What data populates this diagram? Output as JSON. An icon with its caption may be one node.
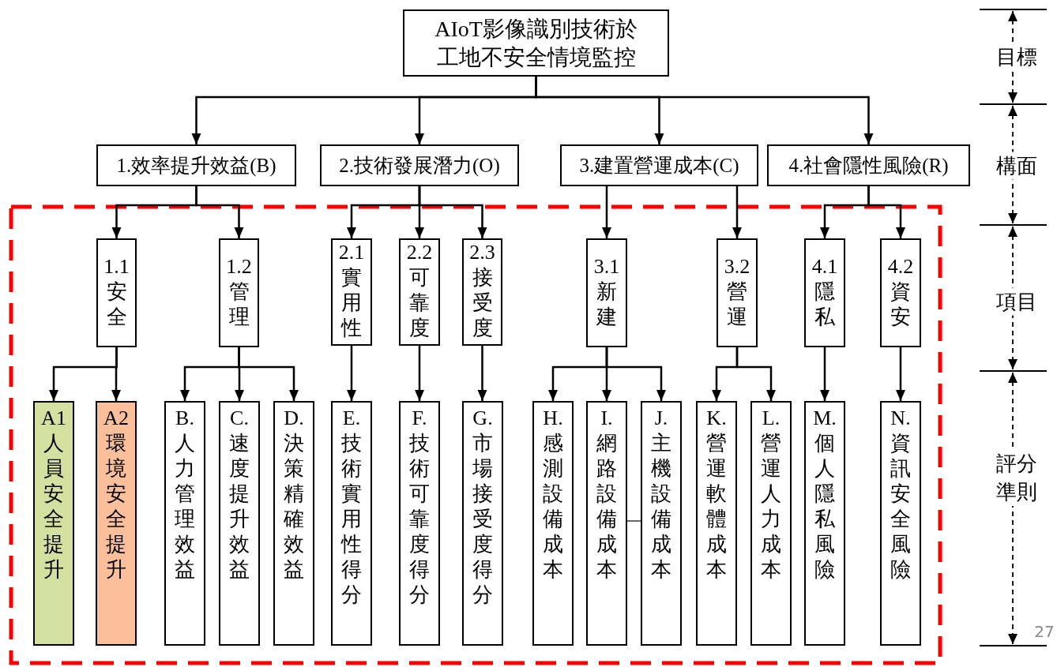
{
  "diagram": {
    "nodes": [
      {
        "text": [
          "AIoT影像識別技術於工地不安全情境監控"
        ]
      },
      {
        "text": [
          "1.效率提升效益(B)"
        ]
      },
      {
        "text": [
          "2.技術發展潛力(O)"
        ]
      },
      {
        "text": [
          "3.建置營運成本(C)"
        ]
      },
      {
        "text": [
          "4.社會隱性風險(R)"
        ]
      },
      {
        "text": [
          "1.1 安全"
        ]
      },
      {
        "text": [
          "1.2 管理"
        ]
      },
      {
        "text": [
          "2.1 實用性"
        ]
      },
      {
        "text": [
          "2.2 可靠度"
        ]
      },
      {
        "text": [
          "2.3 接受度"
        ]
      },
      {
        "text": [
          "3.1 新建"
        ]
      },
      {
        "text": [
          "3.2 營運"
        ]
      },
      {
        "text": [
          "4.1 隱私"
        ]
      },
      {
        "text": [
          "4.2 資安"
        ]
      },
      {
        "text": [
          "A1 人員安全提升"
        ]
      },
      {
        "text": [
          "A2 環境安全提升"
        ]
      },
      {
        "text": [
          "B. 人力管理效益"
        ]
      },
      {
        "text": [
          "C. 速度提升效益"
        ]
      },
      {
        "text": [
          "D. 決策精確效益"
        ]
      },
      {
        "text": [
          "E. 技術實用性得分"
        ]
      },
      {
        "text": [
          "F. 技術可靠度得分"
        ]
      },
      {
        "text": [
          "G. 市場接受度得分"
        ]
      },
      {
        "text": [
          "H. 感測設備成本"
        ]
      },
      {
        "text": [
          "I. 網路設備成本"
        ]
      },
      {
        "text": [
          "J. 主機設備成本"
        ]
      },
      {
        "text": [
          "K. 營運軟體成本"
        ]
      },
      {
        "text": [
          "L. 營運人力成本"
        ]
      },
      {
        "text": [
          "M. 個人隱私風險"
        ]
      },
      {
        "text": [
          "N. 資訊安全風險"
        ]
      }
    ],
    "edges": [
      {
        "from": 0,
        "to": 1,
        "arrow": "to"
      },
      {
        "from": 0,
        "to": 2,
        "arrow": "to"
      },
      {
        "from": 0,
        "to": 3,
        "arrow": "to"
      },
      {
        "from": 0,
        "to": 4,
        "arrow": "to"
      },
      {
        "from": 1,
        "to": 5,
        "arrow": "to"
      },
      {
        "from": 1,
        "to": 6,
        "arrow": "to"
      },
      {
        "from": 2,
        "to": 7,
        "arrow": "to"
      },
      {
        "from": 2,
        "to": 8,
        "arrow": "to"
      },
      {
        "from": 2,
        "to": 9,
        "arrow": "to"
      },
      {
        "from": 3,
        "to": 10,
        "arrow": "to"
      },
      {
        "from": 3,
        "to": 11,
        "arrow": "to"
      },
      {
        "from": 4,
        "to": 12,
        "arrow": "to"
      },
      {
        "from": 4,
        "to": 13,
        "arrow": "to"
      },
      {
        "from": 5,
        "to": 14,
        "arrow": "to"
      },
      {
        "from": 5,
        "to": 15,
        "arrow": "to"
      },
      {
        "from": 6,
        "to": 16,
        "arrow": "to"
      },
      {
        "from": 6,
        "to": 17,
        "arrow": "to"
      },
      {
        "from": 6,
        "to": 18,
        "arrow": "to"
      },
      {
        "from": 7,
        "to": 19,
        "arrow": "to"
      },
      {
        "from": 8,
        "to": 20,
        "arrow": "to"
      },
      {
        "from": 9,
        "to": 21,
        "arrow": "to"
      },
      {
        "from": 10,
        "to": 22,
        "arrow": "to"
      },
      {
        "from": 10,
        "to": 23,
        "arrow": "to"
      },
      {
        "from": 10,
        "to": 24,
        "arrow": "to"
      },
      {
        "from": 11,
        "to": 25,
        "arrow": "to"
      },
      {
        "from": 11,
        "to": 26,
        "arrow": "to"
      },
      {
        "from": 12,
        "to": 27,
        "arrow": "to"
      },
      {
        "from": 13,
        "to": 28,
        "arrow": "to"
      },
      {
        "from": 23,
        "to": 24,
        "arrow": "none"
      }
    ],
    "labels": [
      "目標",
      "構面",
      "項目",
      "評分準則",
      "27"
    ]
  }
}
